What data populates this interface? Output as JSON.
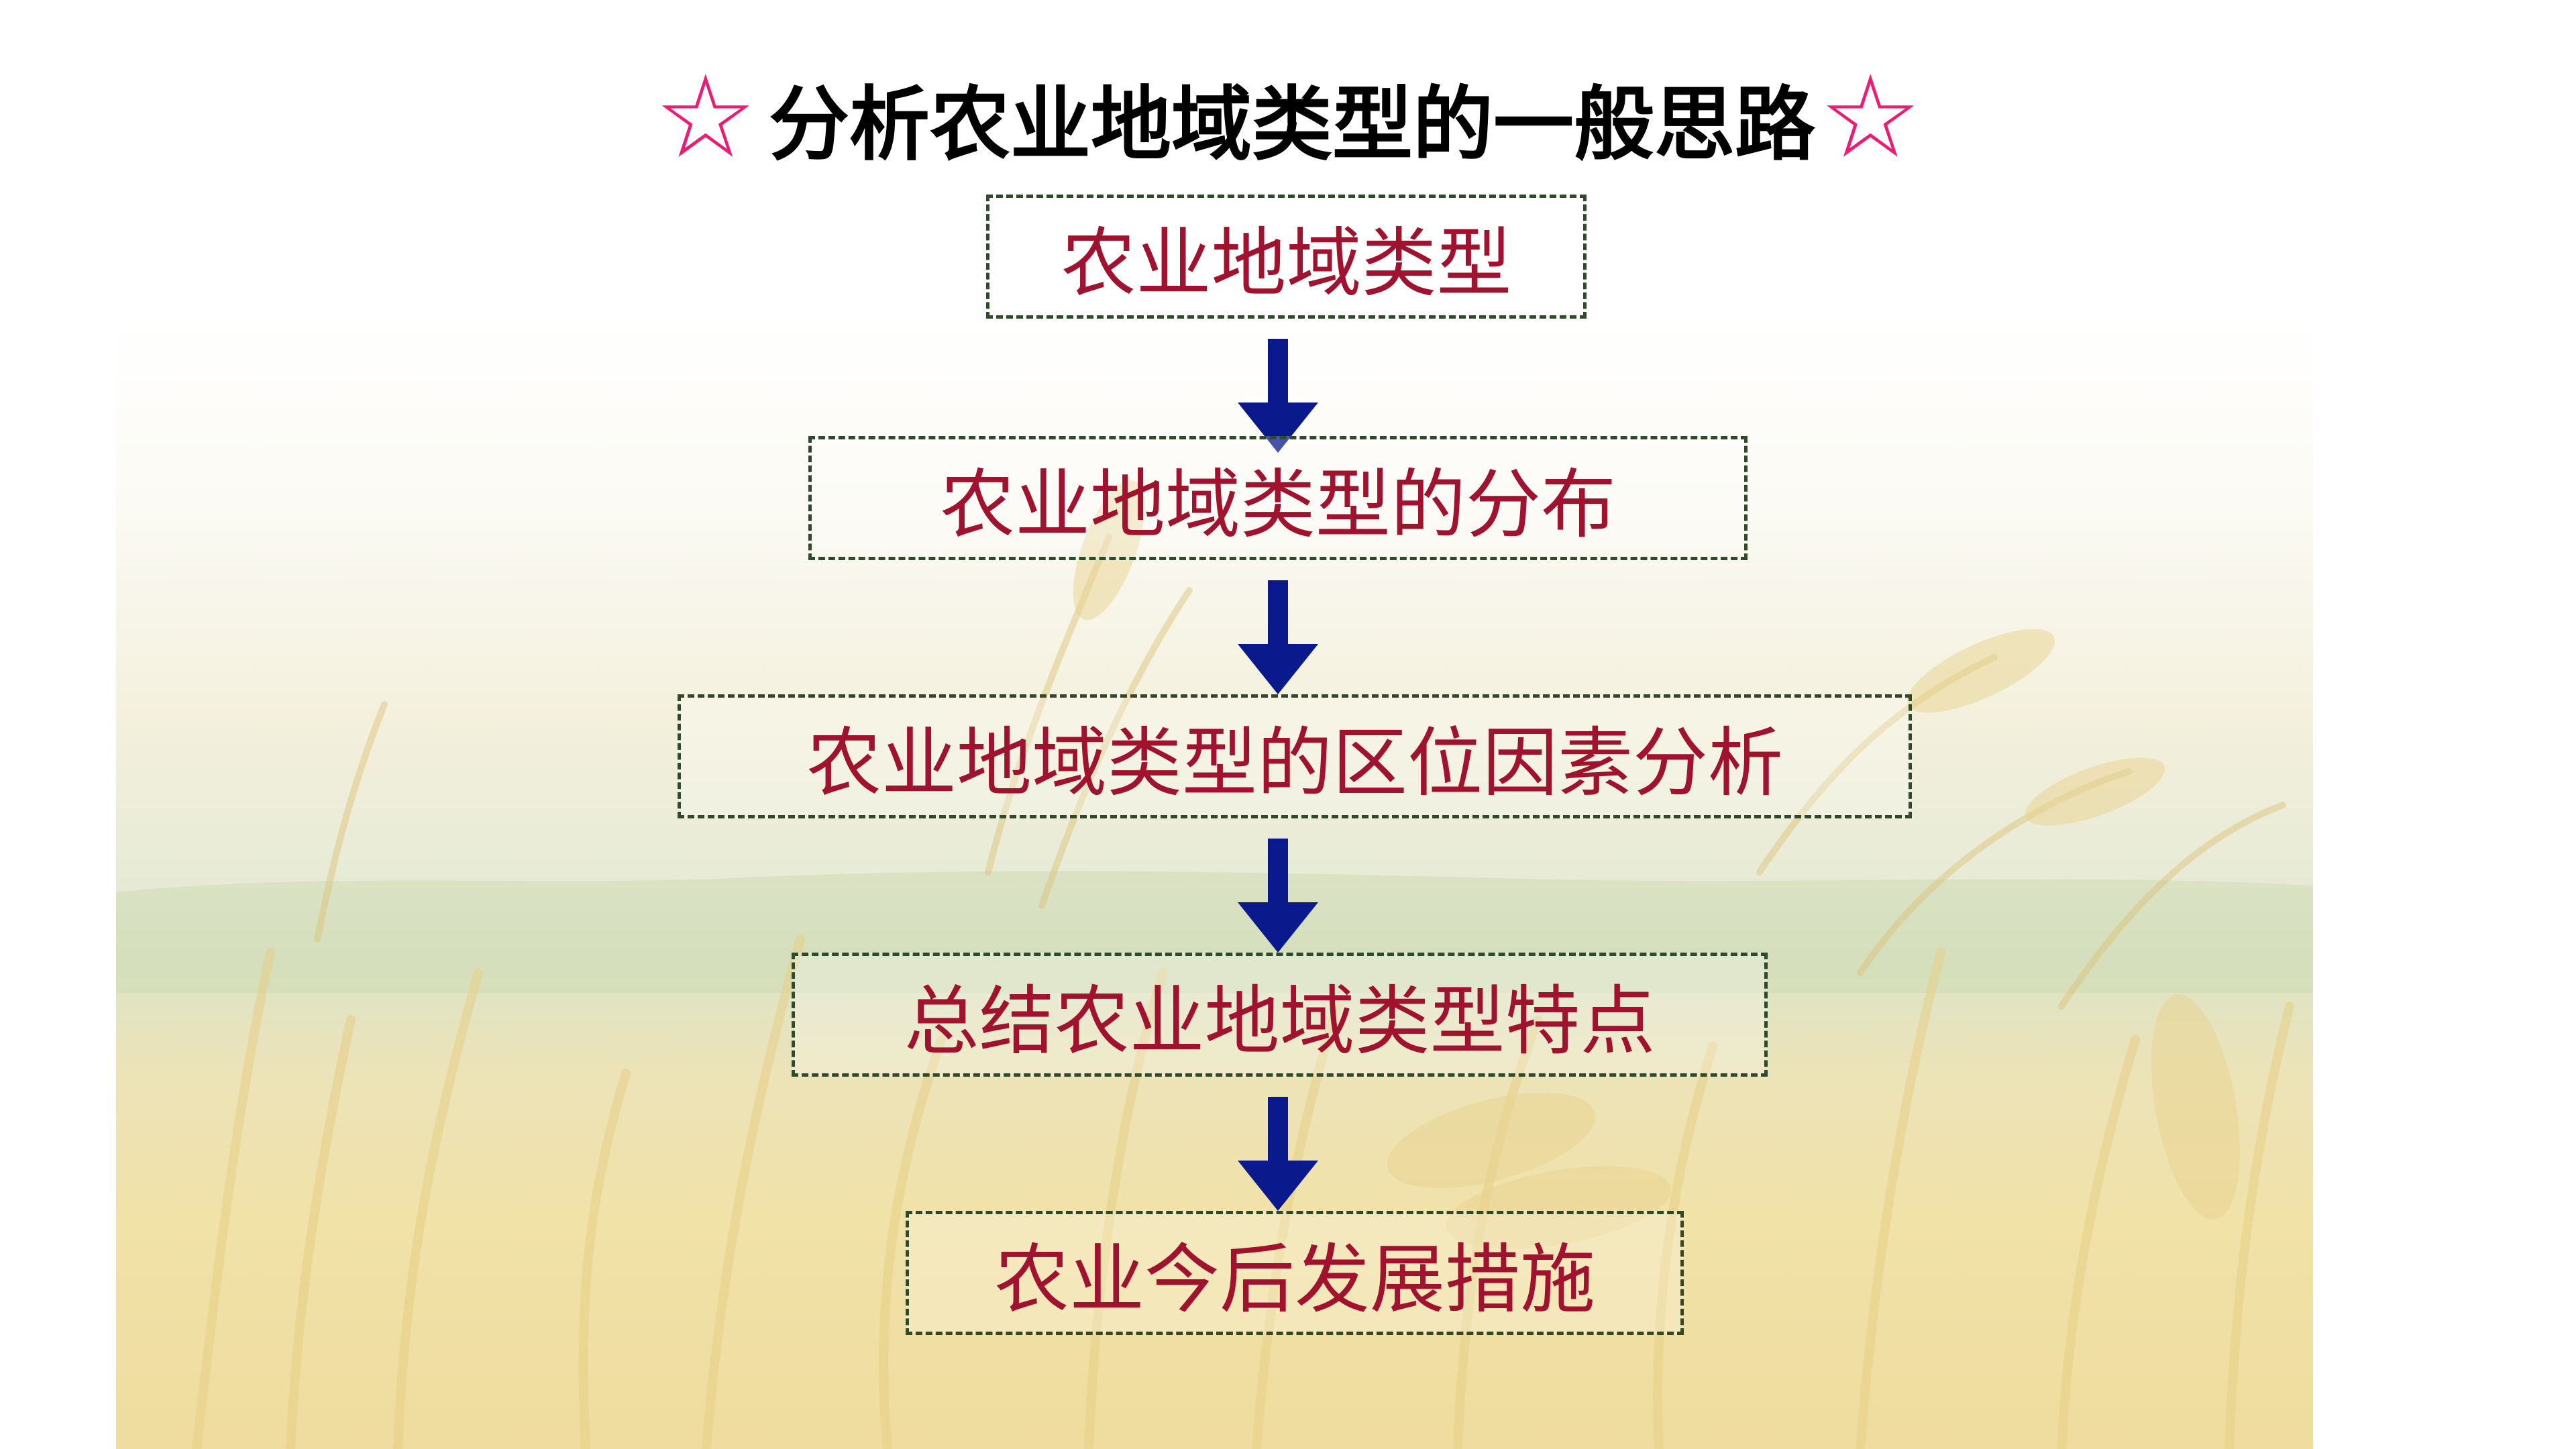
{
  "title": {
    "star_left": "☆",
    "text": "分析农业地域类型的一般思路",
    "star_right": "☆"
  },
  "steps": [
    {
      "label": "农业地域类型"
    },
    {
      "label": "农业地域类型的分布"
    },
    {
      "label": "农业地域类型的区位因素分析"
    },
    {
      "label": "总结农业地域类型特点"
    },
    {
      "label": "农业今后发展措施"
    }
  ],
  "colors": {
    "title_text": "#000000",
    "star": "#ee1a73",
    "step_text": "#a0122e",
    "step_border": "#2f4a2a",
    "arrow": "#0a1a8c"
  },
  "background_image": "faded rice field photo"
}
